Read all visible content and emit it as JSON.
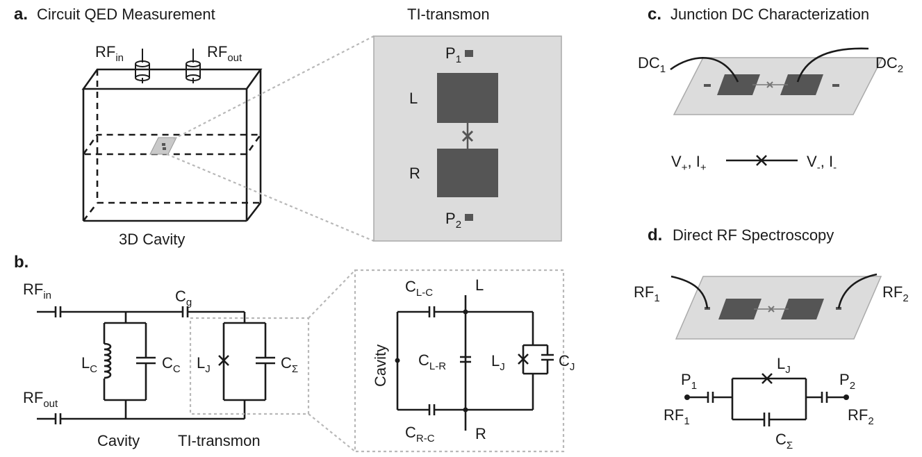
{
  "panel_a": {
    "letter": "a.",
    "title": "Circuit QED Measurement",
    "rf_in_main": "RF",
    "rf_in_sub": "in",
    "rf_out_main": "RF",
    "rf_out_sub": "out",
    "cavity_label": "3D Cavity",
    "transmon_title": "TI-transmon",
    "p1_main": "P",
    "p1_sub": "1",
    "p2_main": "P",
    "p2_sub": "2",
    "left_pad": "L",
    "right_pad": "R"
  },
  "panel_b": {
    "letter": "b.",
    "rf_in_main": "RF",
    "rf_in_sub": "in",
    "rf_out_main": "RF",
    "rf_out_sub": "out",
    "cg_main": "C",
    "cg_sub": "g",
    "lc_main": "L",
    "lc_sub": "C",
    "cc_main": "C",
    "cc_sub": "C",
    "lj_main": "L",
    "lj_sub": "J",
    "csigma_main": "C",
    "csigma_sub": "Σ",
    "cavity_label": "Cavity",
    "transmon_label": "TI-transmon",
    "zoom": {
      "clc_main": "C",
      "clc_sub": "L-C",
      "clr_main": "C",
      "clr_sub": "L-R",
      "crc_main": "C",
      "crc_sub": "R-C",
      "l_node": "L",
      "r_node": "R",
      "cavity_label": "Cavity",
      "lj_main": "L",
      "lj_sub": "J",
      "cj_main": "C",
      "cj_sub": "J"
    }
  },
  "panel_c": {
    "letter": "c.",
    "title": "Junction DC Characterization",
    "dc1_main": "DC",
    "dc1_sub": "1",
    "dc2_main": "DC",
    "dc2_sub": "2",
    "vplus_main": "V",
    "vplus_sub": "+",
    "iplus_main": "I",
    "iplus_sub": "+",
    "vminus_main": "V",
    "vminus_sub": "-",
    "iminus_main": "I",
    "iminus_sub": "-",
    "comma": ","
  },
  "panel_d": {
    "letter": "d.",
    "title": "Direct RF Spectroscopy",
    "rf1_main": "RF",
    "rf1_sub": "1",
    "rf2_main": "RF",
    "rf2_sub": "2",
    "p1_main": "P",
    "p1_sub": "1",
    "p2_main": "P",
    "p2_sub": "2",
    "lj_main": "L",
    "lj_sub": "J",
    "csigma_main": "C",
    "csigma_sub": "Σ"
  },
  "colors": {
    "ink": "#1a1a1a",
    "pad": "#555555",
    "chip": "#dcdcdc",
    "zoom_lines": "#b8b8b8"
  }
}
